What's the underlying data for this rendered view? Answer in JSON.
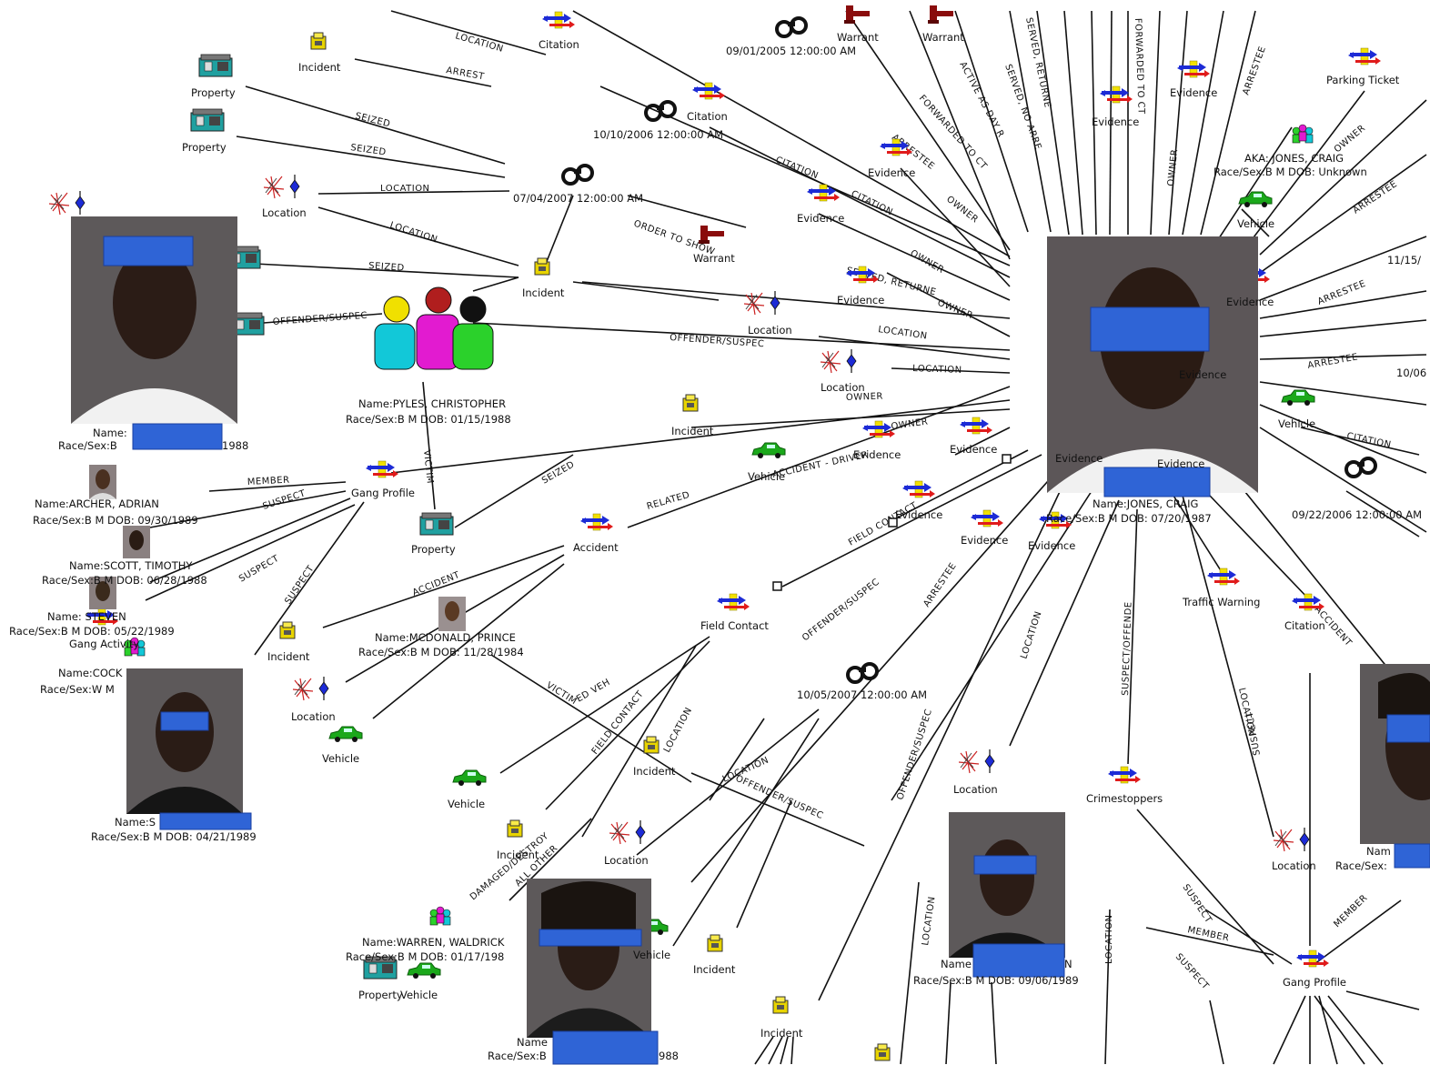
{
  "edge_labels": {
    "location": "LOCATION",
    "arrest": "ARREST",
    "seized": "SEIZED",
    "offender_suspect": "OFFENDER/SUSPEC",
    "offender_suspect_short": "OFFENDER/SUSPEC",
    "member": "MEMBER",
    "suspect": "SUSPECT",
    "victim": "VICTIM",
    "citation": "CITATION",
    "owner": "OWNER",
    "arrestee": "ARRESTEE",
    "field_contact": "FIELD CONTACT",
    "related": "RELATED",
    "accident": "ACCIDENT",
    "served_returned": "SERVED, RETURNE",
    "forwarded_to_ct": "FORWARDED TO CT",
    "suspect_offende": "SUSPECT/OFFENDE",
    "all_other": "ALL OTHER",
    "damaged": "DAMAGED/DESTROY",
    "order_to_show": "ORDER TO SHOW",
    "ved_veh": "ED VEH",
    "served_no_arrest": "SERVED, NO ARRE",
    "active_warrant": "ACTIVE AS DAY R",
    "accident_driver": "ACCIDENT - DRIVER"
  },
  "labels": {
    "citation_top": "Citation",
    "incident": "Incident",
    "property": "Property",
    "warrant": "Warrant",
    "date_0901_2005": "09/01/2005 12:00:00 AM",
    "evidence": "Evidence",
    "parking_ticket": "Parking Ticket",
    "citation": "Citation",
    "date_1010_2006": "10/10/2006 12:00:00 AM",
    "date_0704_2007": "07/04/2007 12:00:00 AM",
    "location": "Location",
    "aka_jones": "AKA: JONES, CRAIG",
    "aka_jones_dob": "Race/Sex:B M DOB:  Unknown",
    "vehicle": "Vehicle",
    "date_1115": "11/15/",
    "date_1006": "10/06",
    "pyles_name": "Name:PYLES, CHRISTOPHER",
    "pyles_dob": "Race/Sex:B M DOB: 01/15/1988",
    "name_prefix": "Name:",
    "race_sex_b": "Race/Sex:B",
    "race_sex_b_m_left": "Race/Sex:B",
    "dob_1988_left": "1988",
    "archer_name": "Name:ARCHER, ADRIAN",
    "archer_dob": "Race/Sex:B M DOB: 09/30/1989",
    "gang_profile": "Gang Profile",
    "scott_name": "Name:SCOTT, TIMOTHY",
    "scott_dob": "Race/Sex:B M DOB: 06/28/1988",
    "steven_name": "Name:     STEVEN",
    "steven_dob": "Race/Sex:B M DOB: 05/22/1989",
    "gang_activity": "Gang Activity",
    "cock_name": "Name:COCK",
    "cock_dob": "Race/Sex:W M",
    "mcdonald_name": "Name:MCDONALD, PRINCE",
    "mcdonald_dob": "Race/Sex:B M DOB: 11/28/1984",
    "accident": "Accident",
    "field_contact": "Field Contact",
    "date_1005_2007": "10/05/2007 12:00:00 AM",
    "jones_name": "Name:JONES, CRAIG",
    "jones_dob": "Race/Sex:B M DOB: 07/20/1987",
    "date_0922": "09/22/2006 12:00:00 AM",
    "traffic_warning": "Traffic Warning",
    "left_bottom_name": "Name:S",
    "left_bottom_dob": "Race/Sex:B M DOB: 04/21/1989",
    "crimestoppers": "Crimestoppers",
    "warren_name": "Name:WARREN, WALDRICK",
    "warren_dob": "Race/Sex:B M DOB: 01/17/198",
    "bottom_center_name": "Name",
    "bottom_center_dob": "Race/Sex:B M DOB: 09/06/1989",
    "bottom_center_suffix": "N",
    "bottom_left_name": "Name",
    "bottom_left_dob": "Race/Sex:B",
    "bottom_left_suffix": "988",
    "right_bottom_name": "Nam",
    "right_bottom_dob": "Race/Sex:",
    "gang_profile_right": "Gang Profile"
  },
  "colors": {
    "redaction": "#2f64d6",
    "edge": "#111111",
    "evidence_yellow": "#f2e100",
    "evidence_blue": "#1d2bd6",
    "evidence_red": "#e01b1b",
    "vehicle_green": "#1ba81b",
    "person_cyan": "#12c8d8",
    "person_magenta": "#e21bd0",
    "person_green": "#2bd12b",
    "warrant_red": "#8a0c0c"
  }
}
